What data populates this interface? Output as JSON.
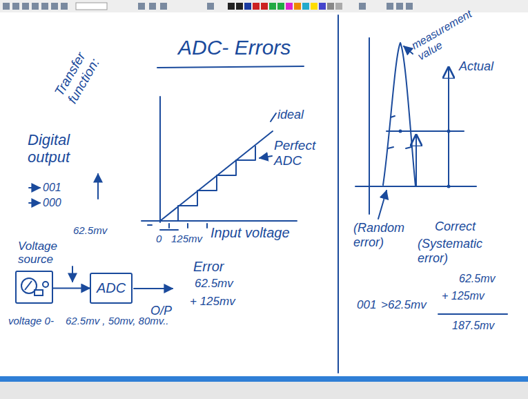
{
  "diagram": {
    "title": "ADC- Errors",
    "nodes": [
      {
        "text": [
          "Voltage source"
        ]
      },
      {
        "text": [
          "ADC"
        ]
      }
    ],
    "edges": [
      {
        "from": 0,
        "to": 1,
        "arrow": "to"
      }
    ],
    "labels": [
      "Transfer function:",
      "Digital output",
      "001",
      "000",
      "ideal",
      "Perfect ADC",
      "62.5mv",
      "0",
      "125mv",
      "Input voltage",
      "O/P",
      "Error",
      "62.5mv",
      "+ 125mv",
      "voltage 0-",
      "62.5mv , 50mv, 80mv..",
      "measurement value",
      "Actual",
      "(Random error)",
      "Correct",
      "(Systematic error)",
      "001",
      ">62.5mv",
      "62.5mv",
      "+ 125mv",
      "187.5mv"
    ]
  }
}
